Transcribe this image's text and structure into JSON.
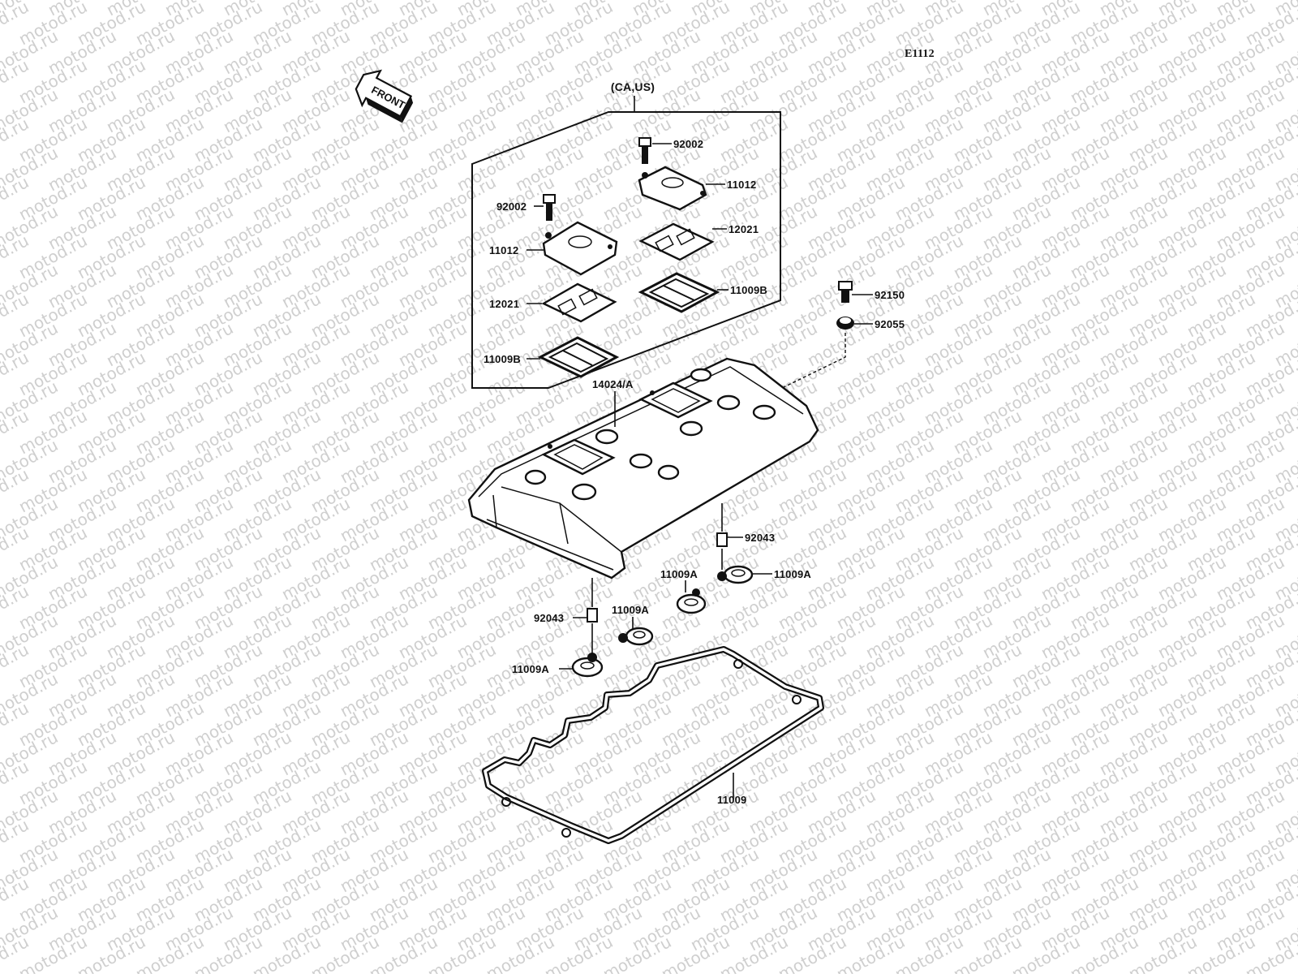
{
  "figure_code": "E1112",
  "front_arrow_label": "FRONT",
  "group_label": "(CA,US)",
  "watermark": "motod.ru",
  "callouts": [
    {
      "id": "92002-top",
      "text": "92002"
    },
    {
      "id": "11012-top",
      "text": "11012"
    },
    {
      "id": "92002-left",
      "text": "92002"
    },
    {
      "id": "11012-left",
      "text": "11012"
    },
    {
      "id": "12021-right",
      "text": "12021"
    },
    {
      "id": "11009b-right",
      "text": "11009B"
    },
    {
      "id": "12021-left",
      "text": "12021"
    },
    {
      "id": "11009b-left",
      "text": "11009B"
    },
    {
      "id": "92150",
      "text": "92150"
    },
    {
      "id": "92055",
      "text": "92055"
    },
    {
      "id": "14024a",
      "text": "14024/A"
    },
    {
      "id": "92043-right",
      "text": "92043"
    },
    {
      "id": "11009a-far-right",
      "text": "11009A"
    },
    {
      "id": "11009a-mid",
      "text": "11009A"
    },
    {
      "id": "11009a-center",
      "text": "11009A"
    },
    {
      "id": "92043-left",
      "text": "92043"
    },
    {
      "id": "11009a-left",
      "text": "11009A"
    },
    {
      "id": "11009",
      "text": "11009"
    }
  ]
}
